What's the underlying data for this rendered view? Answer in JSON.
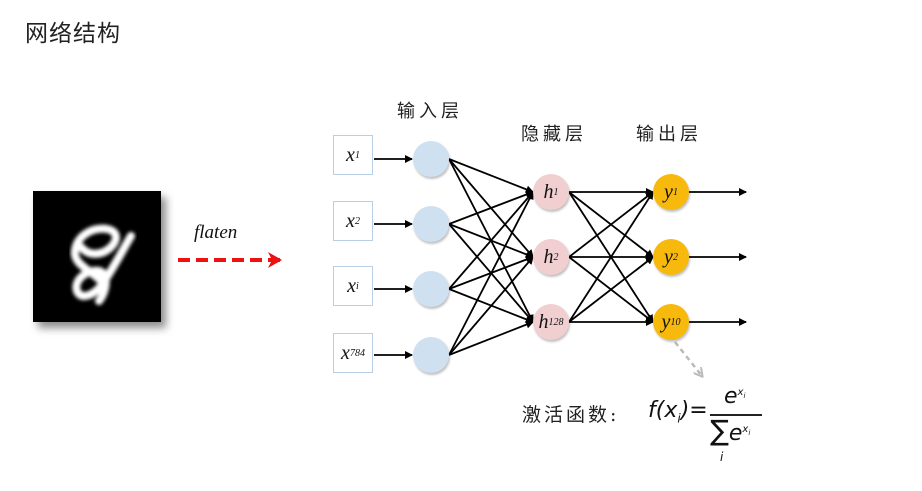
{
  "title": "网络结构",
  "flatten_label": "flaten",
  "layers": {
    "input": {
      "label": "输入层",
      "inputs": [
        {
          "var": "x",
          "sub": "1"
        },
        {
          "var": "x",
          "sub": "2"
        },
        {
          "var": "x",
          "sub": "i"
        },
        {
          "var": "x",
          "sub": "784"
        }
      ],
      "color": "#cfe0f1"
    },
    "hidden": {
      "label": "隐藏层",
      "nodes": [
        {
          "var": "h",
          "sub": "1"
        },
        {
          "var": "h",
          "sub": "2"
        },
        {
          "var": "h",
          "sub": "128"
        }
      ],
      "color": "#f1cfd0"
    },
    "output": {
      "label": "输出层",
      "nodes": [
        {
          "var": "y",
          "sub": "1"
        },
        {
          "var": "y",
          "sub": "2"
        },
        {
          "var": "y",
          "sub": "10"
        }
      ],
      "color": "#f8b90d"
    }
  },
  "activation": {
    "label": "激活函数:",
    "lhs": "f(x",
    "lhs_sub": "i",
    "lhs_close": ")=",
    "numerator_base": "e",
    "exponent": "x",
    "exponent_sub": "i",
    "sigma": "∑",
    "sum_index": "i"
  },
  "colors": {
    "flatten_arrow": "#ee1111",
    "links": "#000000",
    "dashed_arrow": "#bbbbbb"
  }
}
